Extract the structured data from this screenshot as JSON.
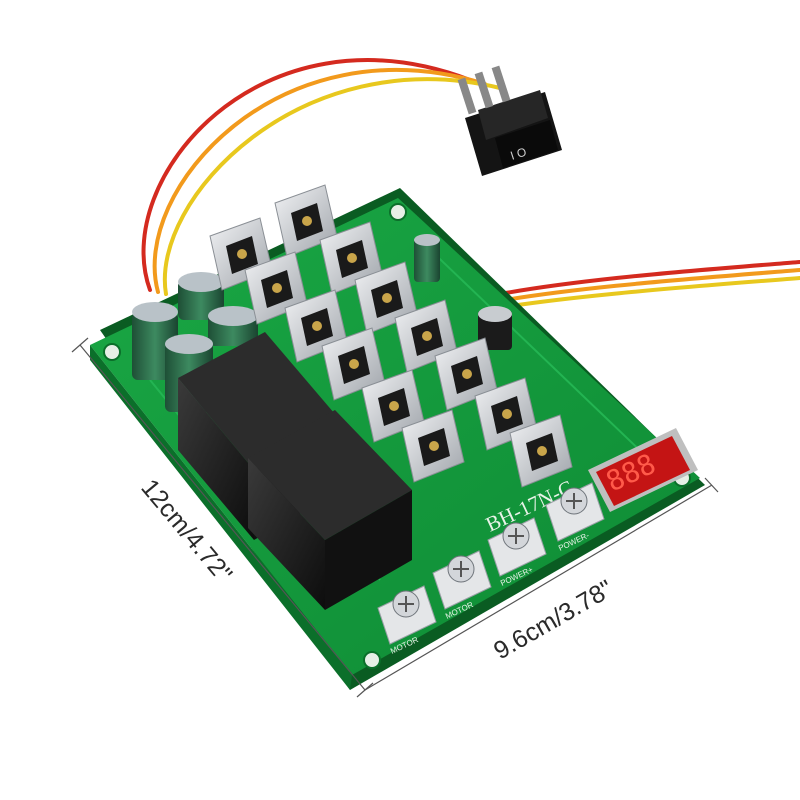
{
  "dimensions": {
    "length_label": "12cm/4.72\"",
    "width_label": "9.6cm/3.78\""
  },
  "board": {
    "model_label": "BH-17N-C",
    "terminal_labels": [
      "MOTOR",
      "MOTOR",
      "POWER+",
      "POWER-"
    ],
    "display_digits": "888",
    "switch_label": "I O"
  },
  "colors": {
    "pcb": "#159a3c",
    "heatsink": "#c9ccd0",
    "relay": "#1c1c1c",
    "capacitor": "#2f6b4a",
    "display": "#c41414",
    "wire_red": "#d42a1f",
    "wire_orange": "#f29a1c",
    "wire_yellow": "#e8c81e"
  }
}
